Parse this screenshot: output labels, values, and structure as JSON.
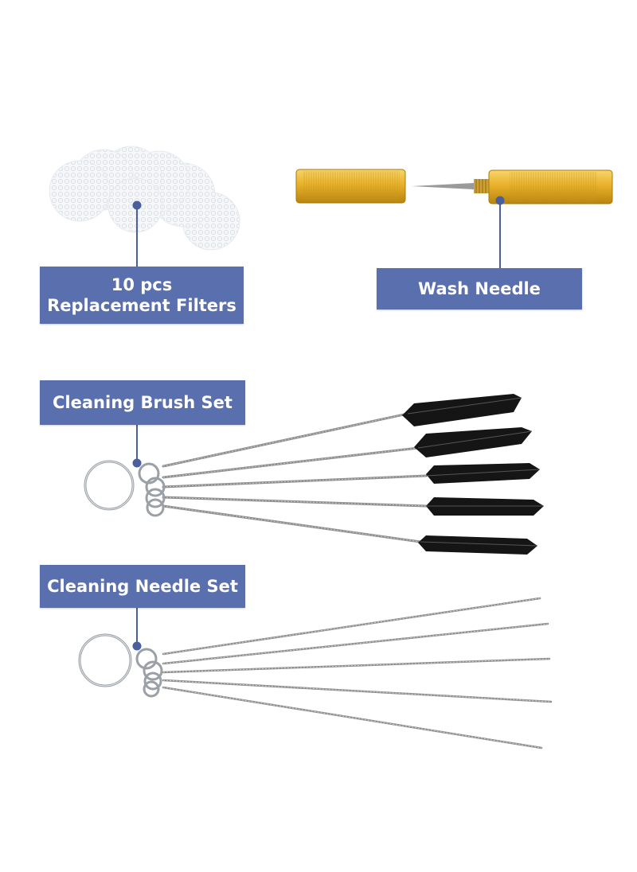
{
  "labels": {
    "filters_line1": "10 pcs",
    "filters_line2": "Replacement Filters",
    "wash_needle": "Wash Needle",
    "brush_set": "Cleaning Brush Set",
    "needle_set": "Cleaning Needle Set"
  },
  "colors": {
    "label_bg": "#5a6fad",
    "label_text": "#ffffff",
    "pointer": "#4a5f9e",
    "gold": "#e8b12a",
    "wire": "#8e8e8e",
    "bristle": "#151515"
  },
  "items": [
    {
      "name": "replacement-filters",
      "icon": "filter-disc-stack"
    },
    {
      "name": "wash-needle",
      "icon": "gold-needle-tool"
    },
    {
      "name": "cleaning-brush-set",
      "icon": "brush-ring-set",
      "count": 5
    },
    {
      "name": "cleaning-needle-set",
      "icon": "needle-ring-set",
      "count": 5
    }
  ]
}
